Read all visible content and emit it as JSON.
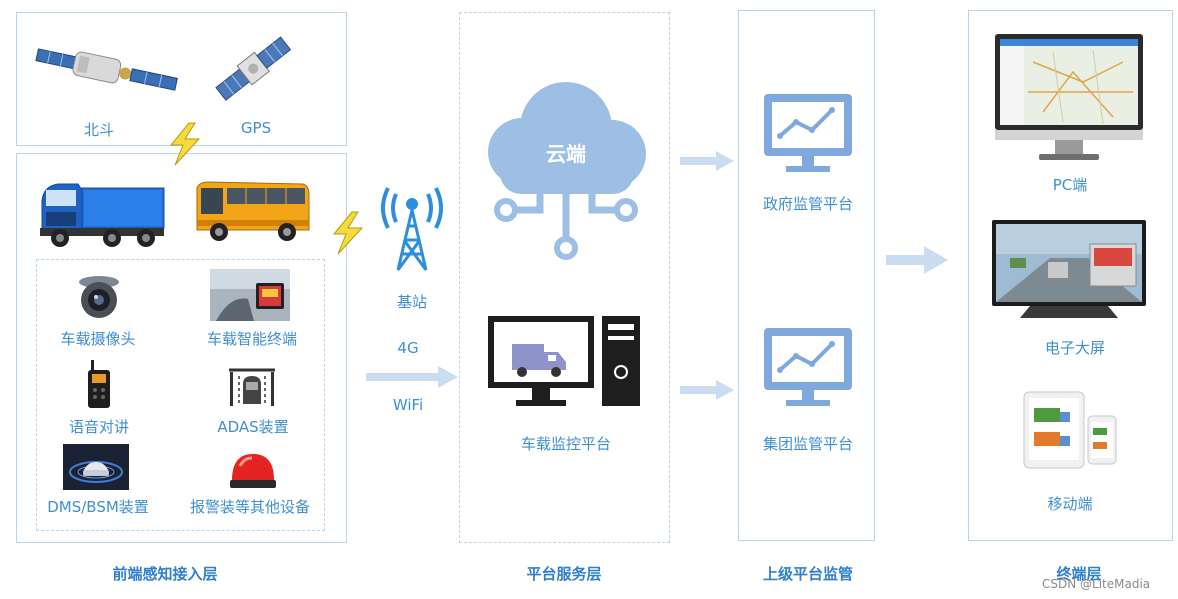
{
  "diagram": {
    "layers": [
      {
        "title": "前端感知接入层"
      },
      {
        "title": "平台服务层"
      },
      {
        "title": "上级平台监管"
      },
      {
        "title": "终端层"
      }
    ],
    "satellites": {
      "beidou": "北斗",
      "gps": "GPS"
    },
    "devices": {
      "camera": "车载摄像头",
      "terminal": "车载智能终端",
      "intercom": "语音对讲",
      "adas": "ADAS装置",
      "dms": "DMS/BSM装置",
      "alarm": "报警装等其他设备"
    },
    "network": {
      "station": "基站",
      "g4": "4G",
      "wifi": "WiFi"
    },
    "platform": {
      "cloud": "云端",
      "vehicle_monitor": "车载监控平台"
    },
    "supervision": {
      "gov": "政府监管平台",
      "group": "集团监管平台"
    },
    "terminals": {
      "pc": "PC端",
      "screen": "电子大屏",
      "mobile": "移动端"
    },
    "watermark": "CSDN @LiteMadia",
    "colors": {
      "accent": "#3f8fd3",
      "panel_border": "#b9d3ea",
      "arrow": "#c9dcf0",
      "cloud": "#9dbfe3"
    }
  }
}
